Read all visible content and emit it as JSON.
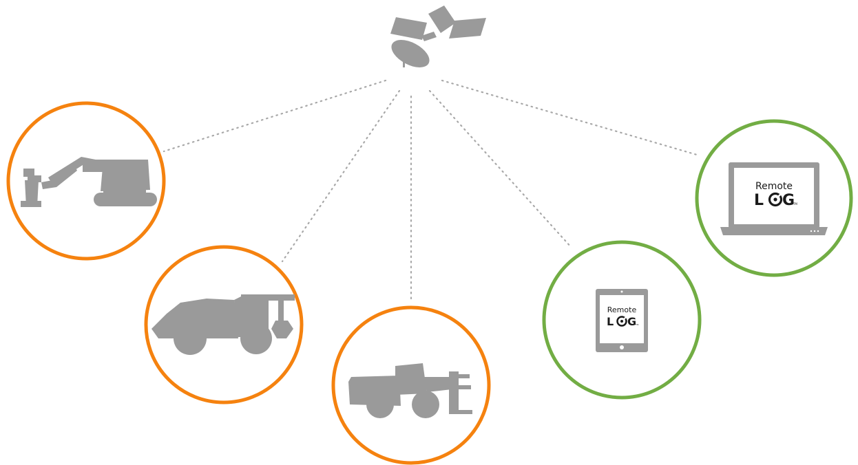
{
  "colors": {
    "machine_ring": "#f5820f",
    "device_ring": "#72ad44",
    "silhouette": "#9a9a9a",
    "connector": "#a8a8a8",
    "logo_text": "#1a1a1a"
  },
  "hub": {
    "icon": "satellite-icon"
  },
  "nodes": [
    {
      "id": "harvester",
      "icon": "tracked-harvester-icon",
      "ring": "machine"
    },
    {
      "id": "forwarder",
      "icon": "forwarder-icon",
      "ring": "machine"
    },
    {
      "id": "feller-buncher",
      "icon": "wheeled-feller-buncher-icon",
      "ring": "machine"
    },
    {
      "id": "tablet",
      "icon": "tablet-icon",
      "ring": "device"
    },
    {
      "id": "laptop",
      "icon": "laptop-icon",
      "ring": "device"
    }
  ],
  "logo": {
    "line1": "Remote",
    "line2_prefix": "L",
    "line2_suffix": "G",
    "tm": "TM"
  }
}
